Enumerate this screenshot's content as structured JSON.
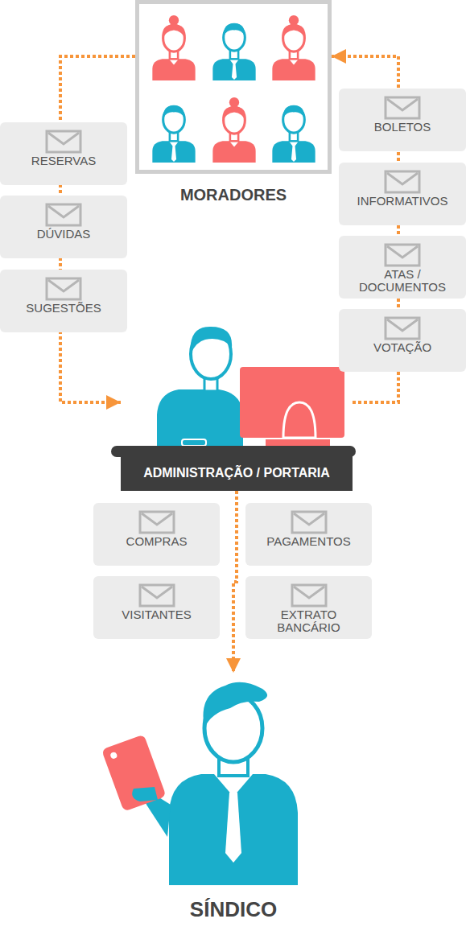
{
  "diagram": {
    "nodes": [
      {
        "text": [
          "MORADORES"
        ]
      },
      {
        "text": [
          "RESERVAS"
        ]
      },
      {
        "text": [
          "DÚVIDAS"
        ]
      },
      {
        "text": [
          "SUGESTÕES"
        ]
      },
      {
        "text": [
          "BOLETOS"
        ]
      },
      {
        "text": [
          "INFORMATIVOS"
        ]
      },
      {
        "text": [
          "ATAS / DOCUMENTOS"
        ]
      },
      {
        "text": [
          "VOTAÇÃO"
        ]
      },
      {
        "text": [
          "ADMINISTRAÇÃO / PORTARIA"
        ]
      },
      {
        "text": [
          "COMPRAS"
        ]
      },
      {
        "text": [
          "PAGAMENTOS"
        ]
      },
      {
        "text": [
          "VISITANTES"
        ]
      },
      {
        "text": [
          "EXTRATO BANCÁRIO"
        ]
      },
      {
        "text": [
          "SÍNDICO"
        ]
      }
    ],
    "edges": [
      {
        "from": 0,
        "to": 8,
        "arrow": "to"
      },
      {
        "from": 8,
        "to": 0,
        "arrow": "to"
      },
      {
        "from": 8,
        "to": 13,
        "arrow": "to"
      }
    ]
  }
}
